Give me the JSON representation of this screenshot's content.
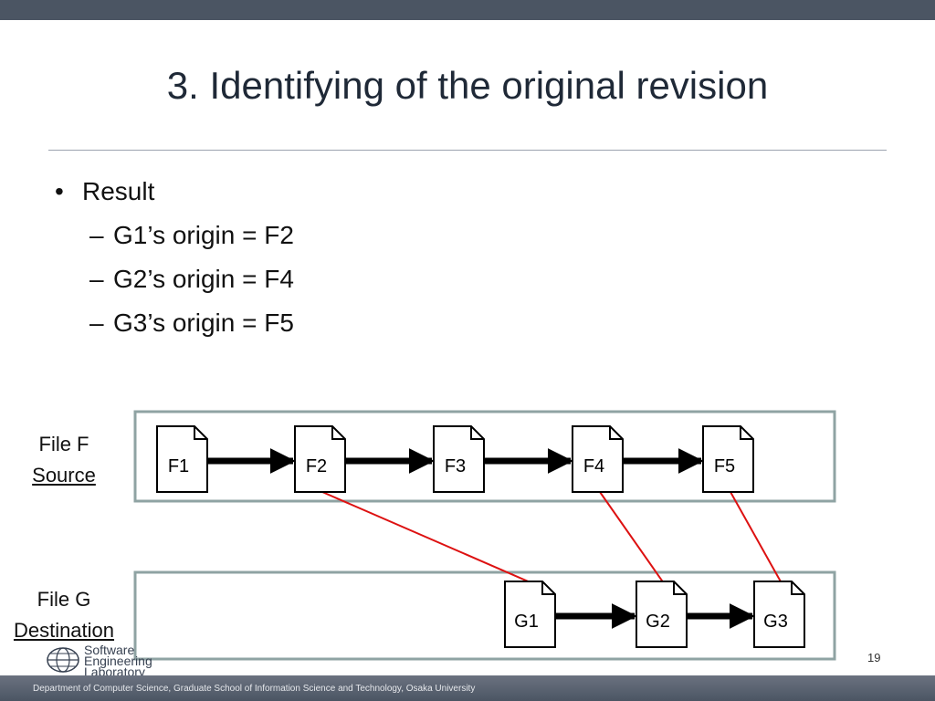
{
  "slide": {
    "title": "3. Identifying of the original revision",
    "bullets": {
      "main": "Result",
      "items": [
        "G1’s origin = F2",
        "G2’s origin = F4",
        "G3’s origin = F5"
      ]
    },
    "page_number": "19"
  },
  "diagram": {
    "file_f": {
      "name": "File F",
      "role": "Source",
      "nodes": [
        "F1",
        "F2",
        "F3",
        "F4",
        "F5"
      ]
    },
    "file_g": {
      "name": "File G",
      "role": "Destination",
      "nodes": [
        "G1",
        "G2",
        "G3"
      ]
    },
    "origin_links": [
      [
        "G1",
        "F2"
      ],
      [
        "G2",
        "F4"
      ],
      [
        "G3",
        "F5"
      ]
    ],
    "colors": {
      "box_border": "#8fa3a3",
      "link": "#dd1111",
      "arrow": "#000000"
    }
  },
  "logo": {
    "lines": [
      "Software",
      "Engineering",
      "Laboratory"
    ]
  },
  "footer": {
    "text": "Department of Computer Science, Graduate School of Information Science and Technology, Osaka University"
  }
}
